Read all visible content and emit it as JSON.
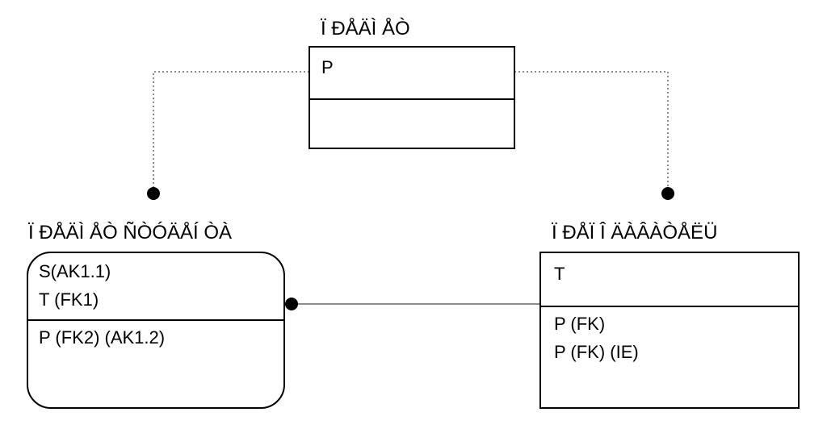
{
  "entities": {
    "top": {
      "title": "Ï ÐÅÄÌ ÅÒ",
      "key_attrs": [
        "P"
      ],
      "attrs": []
    },
    "left": {
      "title": "Ï ÐÅÄÌ ÅÒ ÑÒÓÄÅÍ ÒÀ",
      "key_attrs": [
        "S(AK1.1)",
        "T (FK1)"
      ],
      "attrs": [
        "P (FK2) (AK1.2)"
      ]
    },
    "right": {
      "title": "Ï ÐÅÏ Î ÄÀÂÀÒÅËÜ",
      "key_attrs": [
        "T"
      ],
      "attrs": [
        "P (FK)",
        "P (FK) (IE)"
      ]
    }
  }
}
